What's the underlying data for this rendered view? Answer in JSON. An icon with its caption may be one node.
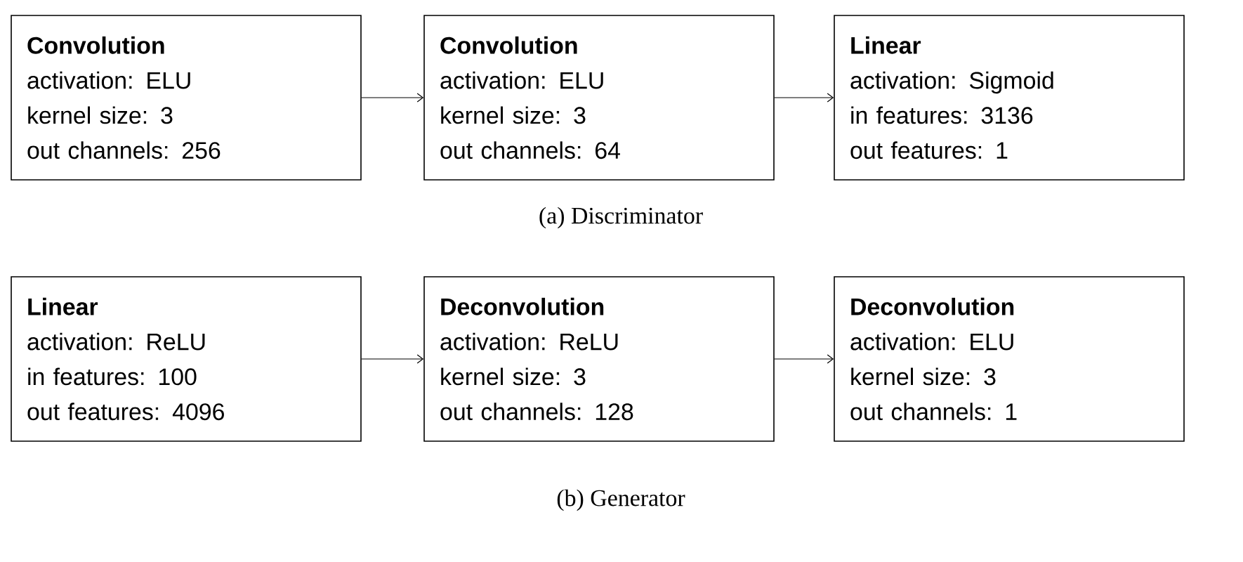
{
  "diagram": {
    "nodes": [
      {
        "text": [
          "Convolution",
          "activation: ELU",
          "kernel size: 3",
          "out channels: 256"
        ]
      },
      {
        "text": [
          "Convolution",
          "activation: ELU",
          "kernel size: 3",
          "out channels: 64"
        ]
      },
      {
        "text": [
          "Linear",
          "activation: Sigmoid",
          "in features: 3136",
          "out features: 1"
        ]
      },
      {
        "text": [
          "Linear",
          "activation: ReLU",
          "in features: 100",
          "out features: 4096"
        ]
      },
      {
        "text": [
          "Deconvolution",
          "activation: ReLU",
          "kernel size: 3",
          "out channels: 128"
        ]
      },
      {
        "text": [
          "Deconvolution",
          "activation: ELU",
          "kernel size: 3",
          "out channels: 1"
        ]
      }
    ],
    "edges": [
      {
        "from": 0,
        "to": 1,
        "arrow": "to"
      },
      {
        "from": 1,
        "to": 2,
        "arrow": "to"
      },
      {
        "from": 3,
        "to": 4,
        "arrow": "to"
      },
      {
        "from": 4,
        "to": 5,
        "arrow": "to"
      }
    ],
    "labels": [
      "(a) Discriminator",
      "(b) Generator"
    ]
  }
}
